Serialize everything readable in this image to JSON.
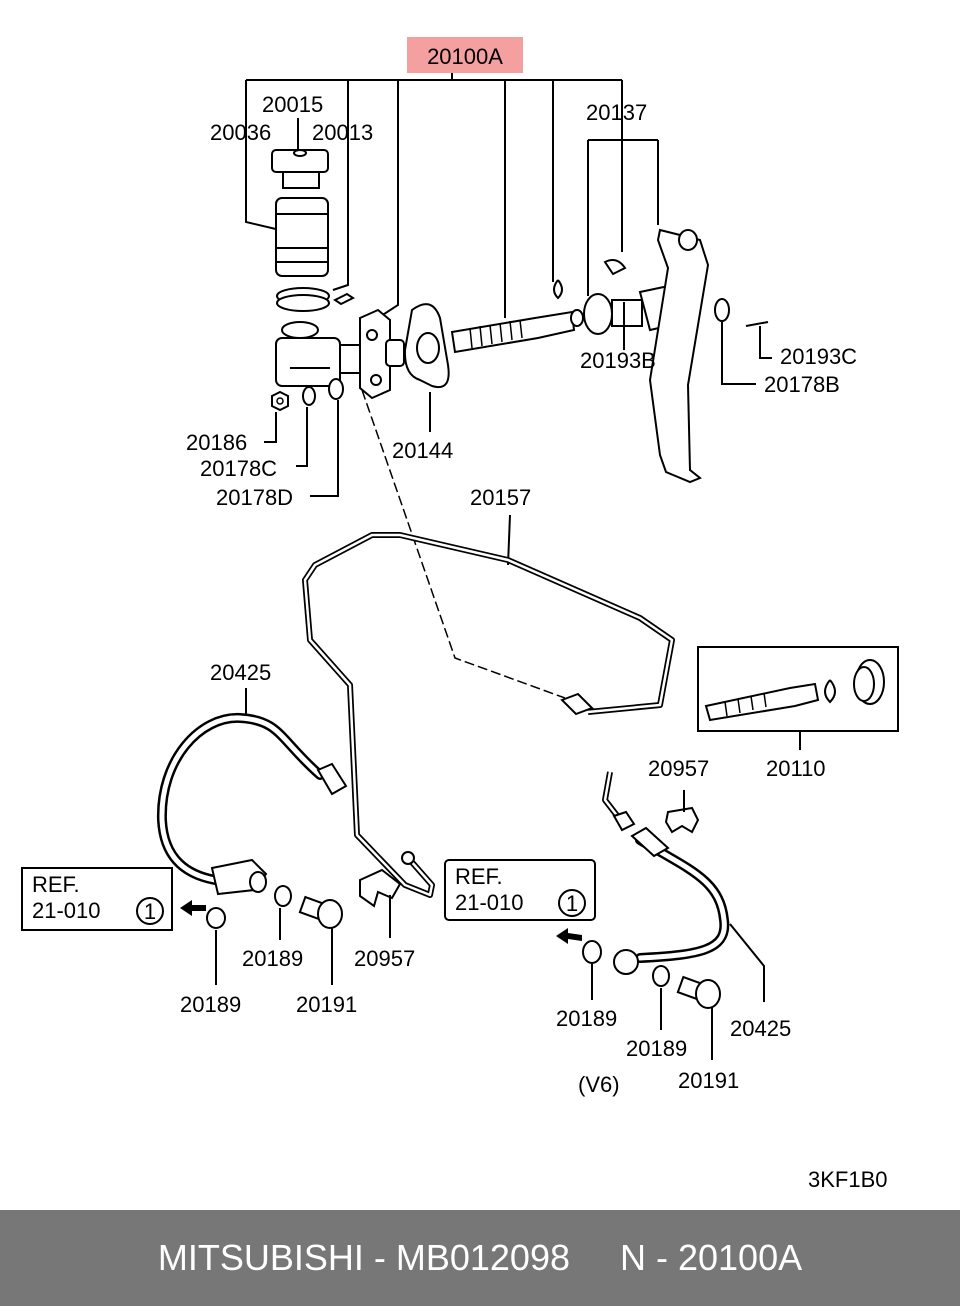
{
  "highlight": {
    "label": "20100A",
    "color": "#f4a0a0"
  },
  "labels": {
    "p20015": "20015",
    "p20036": "20036",
    "p20013": "20013",
    "p20137": "20137",
    "p20193B": "20193B",
    "p20193C": "20193C",
    "p20178B": "20178B",
    "p20186": "20186",
    "p20178C": "20178C",
    "p20178D": "20178D",
    "p20144": "20144",
    "p20157": "20157",
    "p20425_left": "20425",
    "p20110": "20110",
    "p20957_right": "20957",
    "p20189_a": "20189",
    "p20957_mid": "20957",
    "p20189_b": "20189",
    "p20191_left": "20191",
    "p20189_c": "20189",
    "p20425_right": "20425",
    "p20189_d": "20189",
    "p20191_right": "20191",
    "v6": "(V6)",
    "code": "3KF1B0"
  },
  "ref_boxes": [
    {
      "ref": "REF.",
      "number": "21-010",
      "circle": "1"
    },
    {
      "ref": "REF.",
      "number": "21-010",
      "circle": "1"
    }
  ],
  "footer": {
    "text": "MITSUBISHI - MB012098     N - 20100A"
  }
}
